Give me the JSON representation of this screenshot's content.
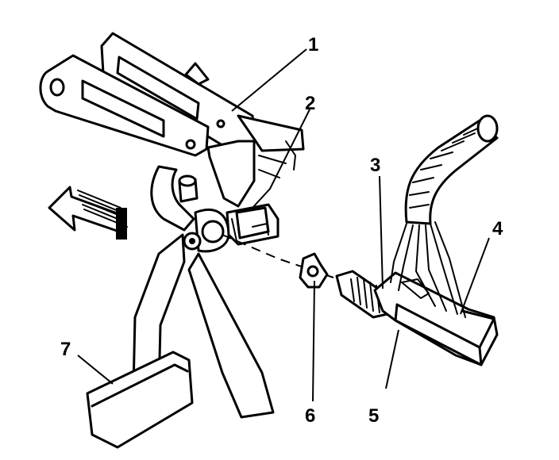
{
  "diagram": {
    "callouts": [
      {
        "id": "1",
        "label": "1"
      },
      {
        "id": "2",
        "label": "2"
      },
      {
        "id": "3",
        "label": "3"
      },
      {
        "id": "4",
        "label": "4"
      },
      {
        "id": "5",
        "label": "5"
      },
      {
        "id": "6",
        "label": "6"
      },
      {
        "id": "7",
        "label": "7"
      }
    ]
  },
  "colors": {
    "ink": "#000000",
    "background": "#ffffff"
  }
}
